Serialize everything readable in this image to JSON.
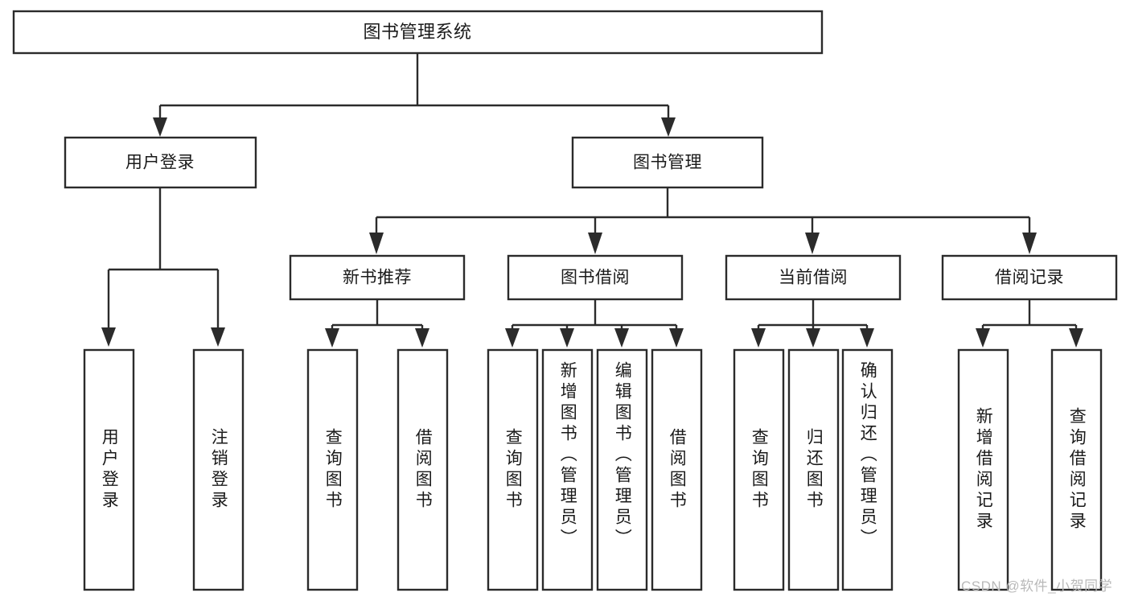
{
  "diagram": {
    "title": "图书管理系统",
    "type": "hierarchy-tree",
    "theme": {
      "background": "#ffffff",
      "box_stroke": "#2b2b2b",
      "box_fill": "#ffffff",
      "text_color": "#1a1a1a",
      "watermark_color": "#b9b9b9"
    },
    "root": {
      "label": "图书管理系统"
    },
    "level1": [
      {
        "label": "用户登录"
      },
      {
        "label": "图书管理"
      }
    ],
    "level2": [
      {
        "label": "新书推荐"
      },
      {
        "label": "图书借阅"
      },
      {
        "label": "当前借阅"
      },
      {
        "label": "借阅记录"
      }
    ],
    "leaves": {
      "user_login": [
        {
          "label": "用户登录"
        },
        {
          "label": "注销登录"
        }
      ],
      "new_book_recommend": [
        {
          "label": "查询图书"
        },
        {
          "label": "借阅图书"
        }
      ],
      "book_borrow": [
        {
          "label": "查询图书"
        },
        {
          "label": "新增图书（管理员）"
        },
        {
          "label": "编辑图书（管理员）"
        },
        {
          "label": "借阅图书"
        }
      ],
      "current_borrow": [
        {
          "label": "查询图书"
        },
        {
          "label": "归还图书"
        },
        {
          "label": "确认归还（管理员）"
        }
      ],
      "borrow_record": [
        {
          "label": "新增借阅记录"
        },
        {
          "label": "查询借阅记录"
        }
      ]
    },
    "watermark": "CSDN @软件_小贺同学"
  }
}
